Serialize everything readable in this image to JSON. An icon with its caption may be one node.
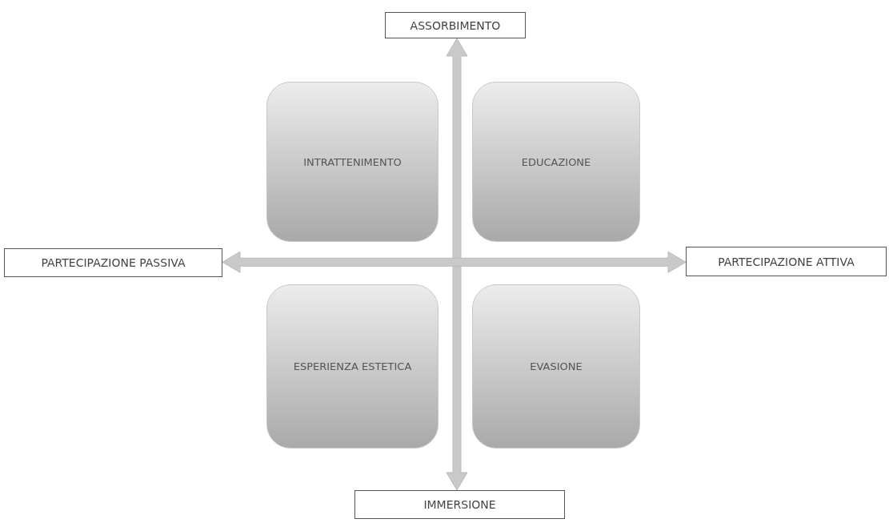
{
  "diagram": {
    "nodes": [
      {
        "text": [
          "ASSORBIMENTO"
        ]
      },
      {
        "text": [
          "INTRATTENIMENTO"
        ]
      },
      {
        "text": [
          "EDUCAZIONE"
        ]
      },
      {
        "text": [
          "PARTECIPAZIONE PASSIVA"
        ]
      },
      {
        "text": [
          "PARTECIPAZIONE ATTIVA"
        ]
      },
      {
        "text": [
          "ESPERIENZA ESTETICA"
        ]
      },
      {
        "text": [
          "EVASIONE"
        ]
      },
      {
        "text": [
          "IMMERSIONE"
        ]
      }
    ],
    "edges": [
      {
        "from": 0,
        "to": 7,
        "arrow": "both",
        "style": "thick"
      },
      {
        "from": 3,
        "to": 4,
        "arrow": "both",
        "style": "thick"
      }
    ]
  }
}
